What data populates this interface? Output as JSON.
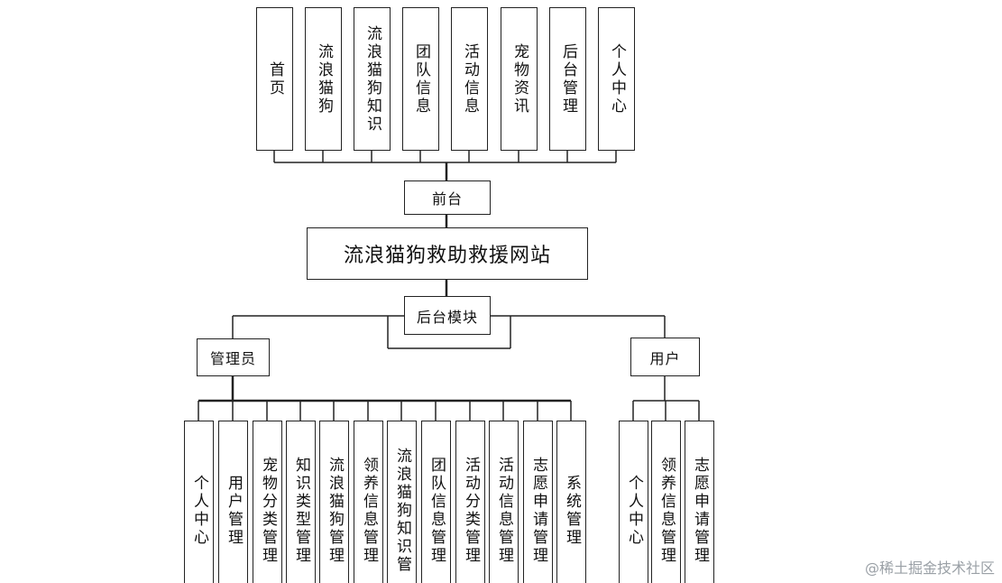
{
  "frontend": {
    "title": "前台",
    "modules": [
      "首页",
      "流浪猫狗",
      "流浪猫狗知识",
      "团队信息",
      "活动信息",
      "宠物资讯",
      "后台管理",
      "个人中心"
    ]
  },
  "root": {
    "title": "流浪猫狗救助救援网站"
  },
  "backend": {
    "title": "后台模块",
    "admin": {
      "title": "管理员",
      "modules": [
        "个人中心",
        "用户管理",
        "宠物分类管理",
        "知识类型管理",
        "流浪猫狗管理",
        "领养信息管理",
        "流浪猫狗知识管",
        "团队信息管理",
        "活动分类管理",
        "活动信息管理",
        "志愿申请管理",
        "系统管理"
      ]
    },
    "user": {
      "title": "用户",
      "modules": [
        "个人中心",
        "领养信息管理",
        "志愿申请管理"
      ]
    }
  },
  "watermark": "@稀土掘金技术社区"
}
